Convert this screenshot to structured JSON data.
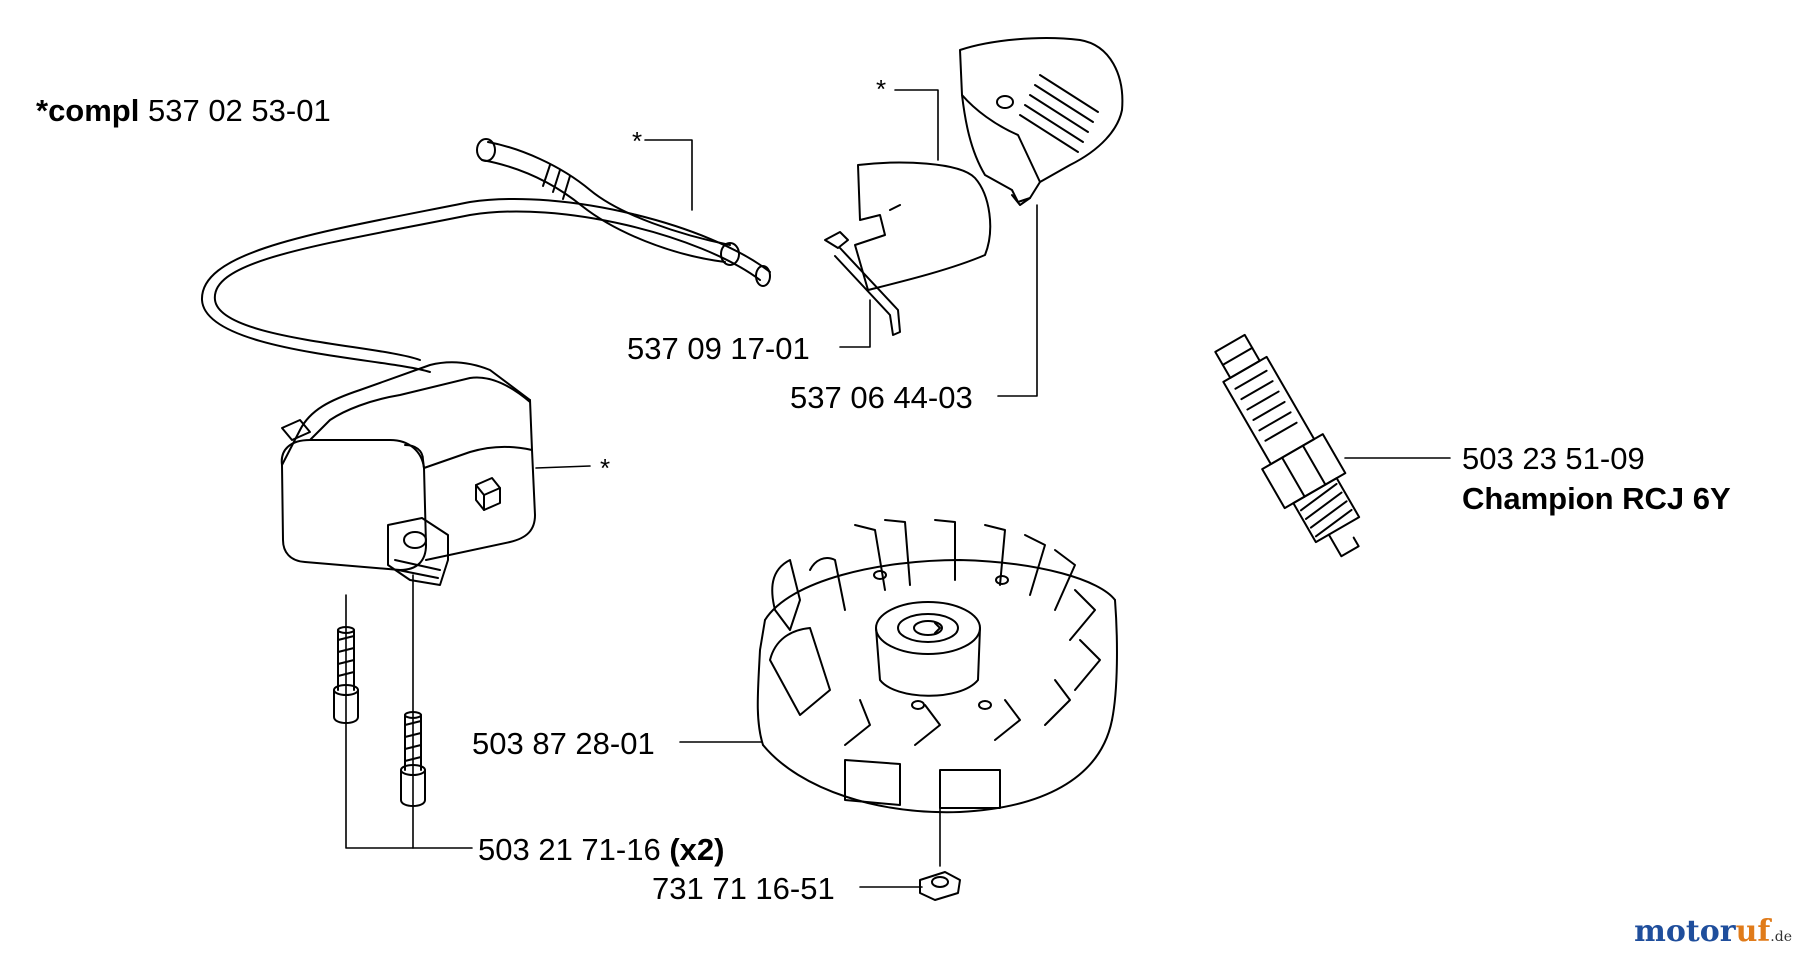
{
  "header": {
    "asterisk_part": "*compl",
    "compl_number": "537 02 53-01"
  },
  "labels": {
    "hose_clamp": "537 09 17-01",
    "cover": "537 06 44-03",
    "spark_plug_number": "503 23 51-09",
    "spark_plug_name": "Champion RCJ 6Y",
    "flywheel": "503 87 28-01",
    "screw_number": "503 21 71-16",
    "screw_qty": "(x2)",
    "nut": "731 71 16-51"
  },
  "markers": {
    "asterisk": "*"
  },
  "watermark": {
    "text": "motoruf",
    "suffix": ".de",
    "color_blue": "#1f4e9c",
    "color_orange": "#e07b1a"
  }
}
